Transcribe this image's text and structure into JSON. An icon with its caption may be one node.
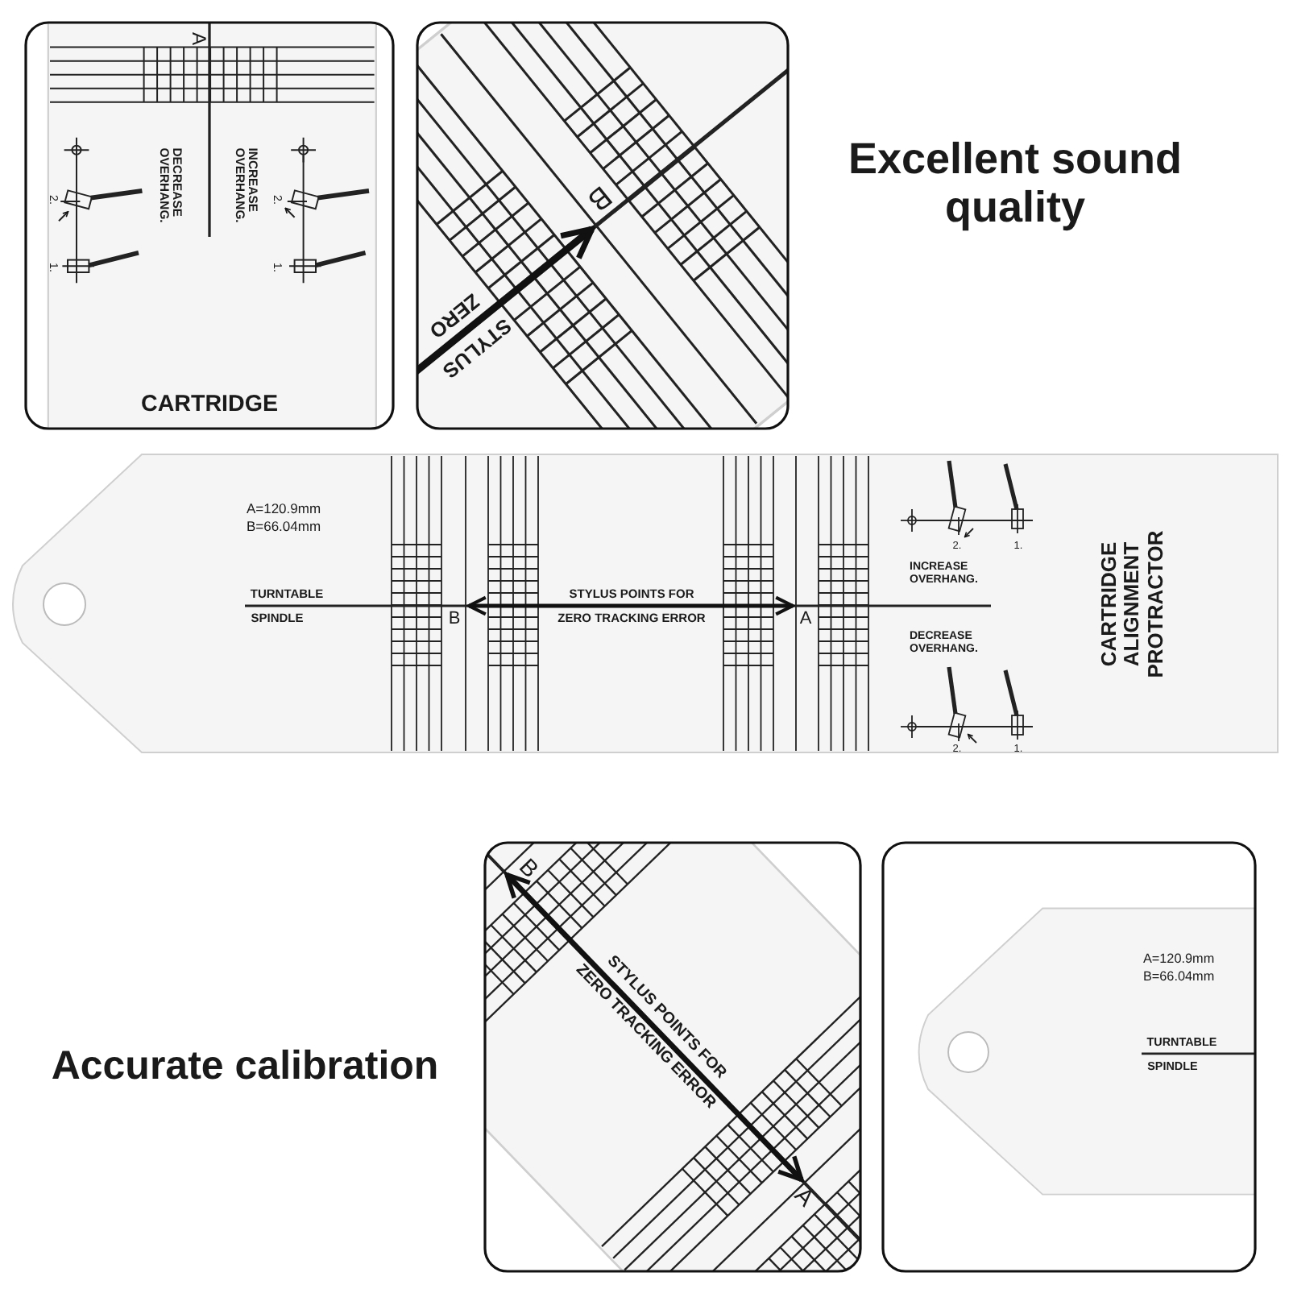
{
  "diagram": {
    "labels": [
      "A",
      "2.",
      "1.",
      "DECREASE OVERHANG.",
      "INCREASE OVERHANG.",
      "2.",
      "1.",
      "CARTRIDGE",
      "B",
      "ZERO",
      "STYLUS",
      "Excellent sound quality",
      "A=120.9mm",
      "B=66.04mm",
      "TURNTABLE",
      "SPINDLE",
      "B",
      "STYLUS POINTS FOR",
      "ZERO TRACKING ERROR",
      "A",
      "2.",
      "1.",
      "INCREASE OVERHANG.",
      "DECREASE OVERHANG.",
      "2.",
      "1.",
      "CARTRIDGE ALIGNMENT PROTRACTOR",
      "Accurate calibration",
      "B",
      "STYLUS POINTS FOR",
      "ZERO TRACKING ERROR",
      "A",
      "A=120.9mm",
      "B=66.04mm",
      "TURNTABLE",
      "SPINDLE"
    ]
  }
}
